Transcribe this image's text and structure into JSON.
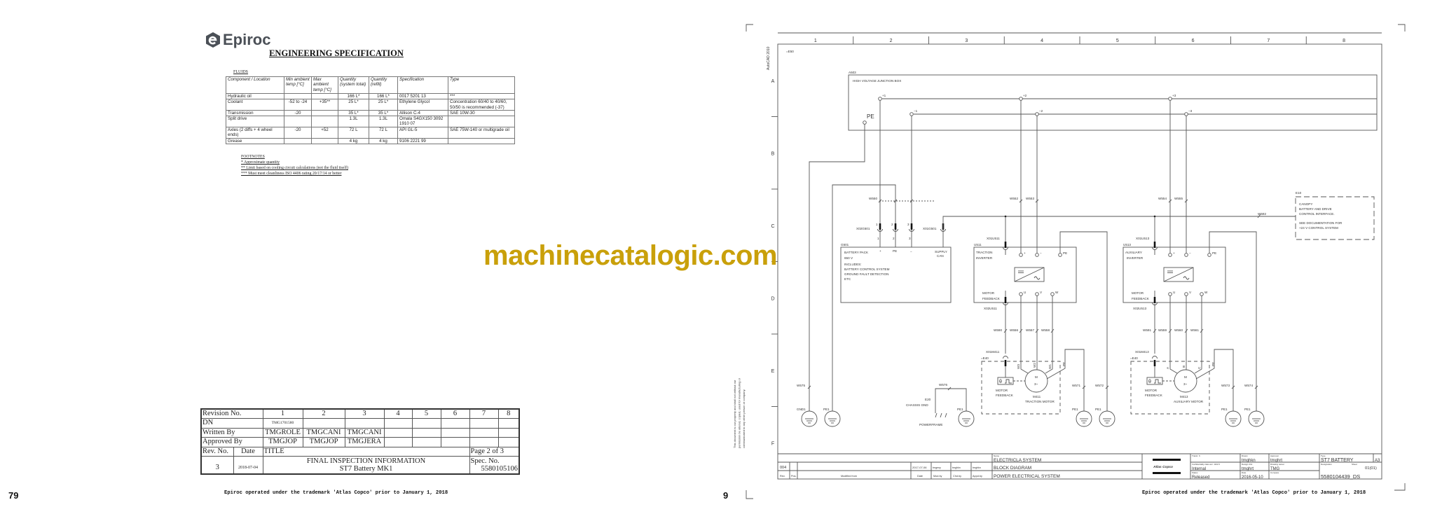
{
  "left_page": {
    "page_number": "79",
    "logo_text": "Epiroc",
    "title": "ENGINEERING SPECIFICATION",
    "fluids": {
      "caption": "FLUIDS",
      "headers": [
        "Component / Location",
        "Min ambient temp [°C]",
        "Max ambient temp [°C]",
        "Quantity (system total)",
        "Quantity (refill)",
        "Specification",
        "Type"
      ],
      "rows": [
        [
          "Hydraulic oil",
          "",
          "",
          "166 L*",
          "166 L*",
          "0017 5201 13",
          "***"
        ],
        [
          "Coolant",
          "-52 to -24",
          "+35**",
          "25 L*",
          "25 L*",
          "Ethylene Glycol",
          "Concentration 60/40 to 40/60, 50/50 is recommended (-37)"
        ],
        [
          "Transmission",
          "-20",
          "",
          "35 L*",
          "35 L*",
          "Allison C-4",
          "SAE 10W-30"
        ],
        [
          "Split drive",
          "",
          "",
          "1.3L",
          "1.3L",
          "Omala S4GX150 3092 1910 07",
          ""
        ],
        [
          "Axles (2 diffs + 4 wheel ends)",
          "-20",
          "+52",
          "72 L",
          "72 L",
          "API GL-5",
          "SAE 75W-140 or multigrade oil"
        ],
        [
          "Grease",
          "",
          "",
          "4 kg",
          "4 kg",
          "9106 2221 99",
          ""
        ]
      ]
    },
    "footnotes": {
      "title": "FOOTNOTES",
      "items": [
        "* Approximate quantity",
        "** Limit based on cooling circuit calculations (not the fluid itself)",
        "*** Must meet cleanliness ISO 4406 rating 20/17/14 or better"
      ]
    },
    "revision_table": {
      "rev_label": "Revision No.",
      "rev_numbers": [
        "1",
        "2",
        "3",
        "4",
        "5",
        "6",
        "7",
        "8"
      ],
      "dn_label": "DN",
      "dn_values": [
        "TMG1701580",
        "",
        "",
        "",
        "",
        "",
        "",
        ""
      ],
      "written_label": "Written By",
      "written_values": [
        "TMGROLE",
        "TMGCANI",
        "TMGCANI",
        "",
        "",
        "",
        "",
        ""
      ],
      "approved_label": "Approved By",
      "approved_values": [
        "TMGJOP",
        "TMGJOP",
        "TMGJERA",
        "",
        "",
        "",
        "",
        ""
      ],
      "revno_label": "Rev. No.",
      "date_label": "Date",
      "title_label": "TITLE",
      "page_label": "Page 2 of 3",
      "rev_value": "3",
      "date_value": "2018-07-04",
      "title_line1": "FINAL INSPECTION INFORMATION",
      "title_line2": "ST7 Battery MK1",
      "spec_label": "Spec. No.",
      "spec_value": "5580105106"
    },
    "trademark": "Epiroc operated under the trademark 'Atlas Copco' prior to January 1, 2018"
  },
  "watermark": "machinecatalogic.com",
  "colors": {
    "watermark": "#c9a00a",
    "logo": "#4b5057",
    "lines": "#555555"
  },
  "right_page": {
    "page_number": "9",
    "trademark": "Epiroc operated under the trademark 'Atlas Copco' prior to January 1, 2018",
    "columns": [
      "1",
      "2",
      "3",
      "4",
      "5",
      "6",
      "7",
      "8"
    ],
    "rows": [
      "A",
      "B",
      "C",
      "D",
      "E",
      "F"
    ],
    "side_text": "AutoCAD 2010",
    "copyright": [
      "This document is our property and shall not without our",
      "permission be altered, copied, used for manufacturing or",
      "communicated to any other person or company."
    ],
    "schematic": {
      "labels": {
        "e50": "=E50",
        "a503": "A503",
        "hvjb": "HIGH VOLTAGE JUNCTION BOX",
        "p1": "+1",
        "p2": "+2",
        "p3": "+3",
        "m1": "−1",
        "m2": "−2",
        "m3": "−3",
        "pe": "PE",
        "w550": "W550",
        "w552": "W552",
        "w553": "W553",
        "w554": "W554",
        "w555": "W555",
        "w592": "W592",
        "x02g501": "X02G501",
        "x01g501": "X01G501",
        "pin1t": "1",
        "pin2t": "2",
        "pin3t": "3",
        "pin1b": "1",
        "pin2b": "2",
        "pin3b": "3",
        "g501": "G501",
        "bp1": "BATTERY PACK",
        "bp2": "650 V",
        "bp3": "INCLUDES:",
        "bp4": "BATTERY CONTROL SYSTEM",
        "bp5": "GROUND FAULT DETECTION",
        "bp6": "ETC",
        "bplus": "+",
        "bpe": "PE",
        "bminus": "−",
        "sup1": "SUPPLY",
        "sup2": "CAN",
        "x01u511": "X01U511",
        "u511": "U511",
        "ti1": "TRACTION",
        "ti2": "INVERTER",
        "tplus": "+",
        "tminus": "−",
        "tpe": "PE",
        "tmf1": "MOTOR",
        "tmf2": "FEEDBACK",
        "tu": "U",
        "tv": "V",
        "tw": "W",
        "x02u511": "X02U511",
        "x01u513": "X01U513",
        "u513": "U513",
        "ai1": "AUXILIARY",
        "ai2": "INVERTER",
        "aplus": "+",
        "aminus": "−",
        "ape": "PE",
        "amf1": "MOTOR",
        "amf2": "FEEDBACK",
        "au": "U",
        "av": "V",
        "aw": "W",
        "x02u513": "X02U513",
        "e10": "E10",
        "c1": "CANOPY",
        "c2": "BATTERY AND DRIVE",
        "c3": "CONTROL INTERFACE.",
        "c4": "SEE DOCUMENTATION FOR",
        "c5": "+24 V CONTROL SYSTEM",
        "w590": "W590",
        "w556": "W556",
        "w557": "W557",
        "w558": "W558",
        "w591": "W591",
        "w559": "W559",
        "w560": "W560",
        "w561": "W561",
        "x01m411": "X01M411",
        "e40a": "=E40",
        "mm1": "M",
        "mm1b": "3~",
        "mf1a": "MOTOR",
        "mf1b": "FEEDBACK",
        "m411": "M411",
        "m411n": "TRACTION MOTOR",
        "tw3": "W3",
        "tw2": "W2",
        "tw1": "W1",
        "tmpe": "PE",
        "x01m413": "X01M413",
        "e40b": "=E40",
        "mm2": "M",
        "mm2b": "3~",
        "mf2a": "MOTOR",
        "mf2b": "FEEDBACK",
        "m413": "M413",
        "m413n": "AUXILIARY MOTOR",
        "ta": "A",
        "tb": "B",
        "tc": "C",
        "ampe": "PE",
        "w575": "W575",
        "gnd1": "GND1",
        "pe1a": "PE1",
        "w576": "W576",
        "e20": "E20",
        "chassis": "CHASSIS GND",
        "powerframe": "POWERFRAME",
        "pe1b": "PE1",
        "w571": "W571",
        "w572": "W572",
        "pe1c": "PE1",
        "pe1d": "PE1",
        "w573": "W573",
        "w574": "W574",
        "pe1e": "PE1",
        "pe1f": "PE1"
      }
    },
    "title_block": {
      "rev": "004",
      "rev_date": "2017-07-06",
      "mod_by": "tmgeny",
      "chd_by": "tmghkn",
      "appd_by": "tmghkn",
      "rev_label": "Rev.",
      "pos_label": "Pos.",
      "modified_label": "Modified from",
      "date_label": "Date",
      "modby_label": "Mod.by",
      "chdby_label": "Chd.by",
      "appdby_label": "Appd.by",
      "name_label": "Name",
      "name1": "ELECTRICLA SYSTEM",
      "name2": "BLOCK DIAGRAM",
      "name3": "POWER ELECTRICAL SYSTEM",
      "logo_text": "Atlas Copco",
      "transl_label": "Transl. fr.",
      "conf_label": "Confidentiality class acc. 1102 K",
      "conf_value": "Internal",
      "status_label": "Status",
      "status_value": "Released",
      "drawn_label": "Drawn",
      "drawn_value": "tmghkn",
      "design_label": "Design chd.",
      "design_value": "tmghrt",
      "date2_label": "Date",
      "date2_value": "2016-05-10",
      "approver_label": "Approver",
      "approver_value": "tmghrt",
      "owner_label": "Drawing owner",
      "owner_value": "TMG",
      "compare_label": "Compare",
      "type_label": "Type",
      "type_value": "ST7 BATTERY",
      "size": "A3",
      "designation_label": "Designation",
      "sheet_label": "Sheet",
      "sheet_value": "01(01)",
      "doc_number": "5580104439_DS"
    }
  }
}
